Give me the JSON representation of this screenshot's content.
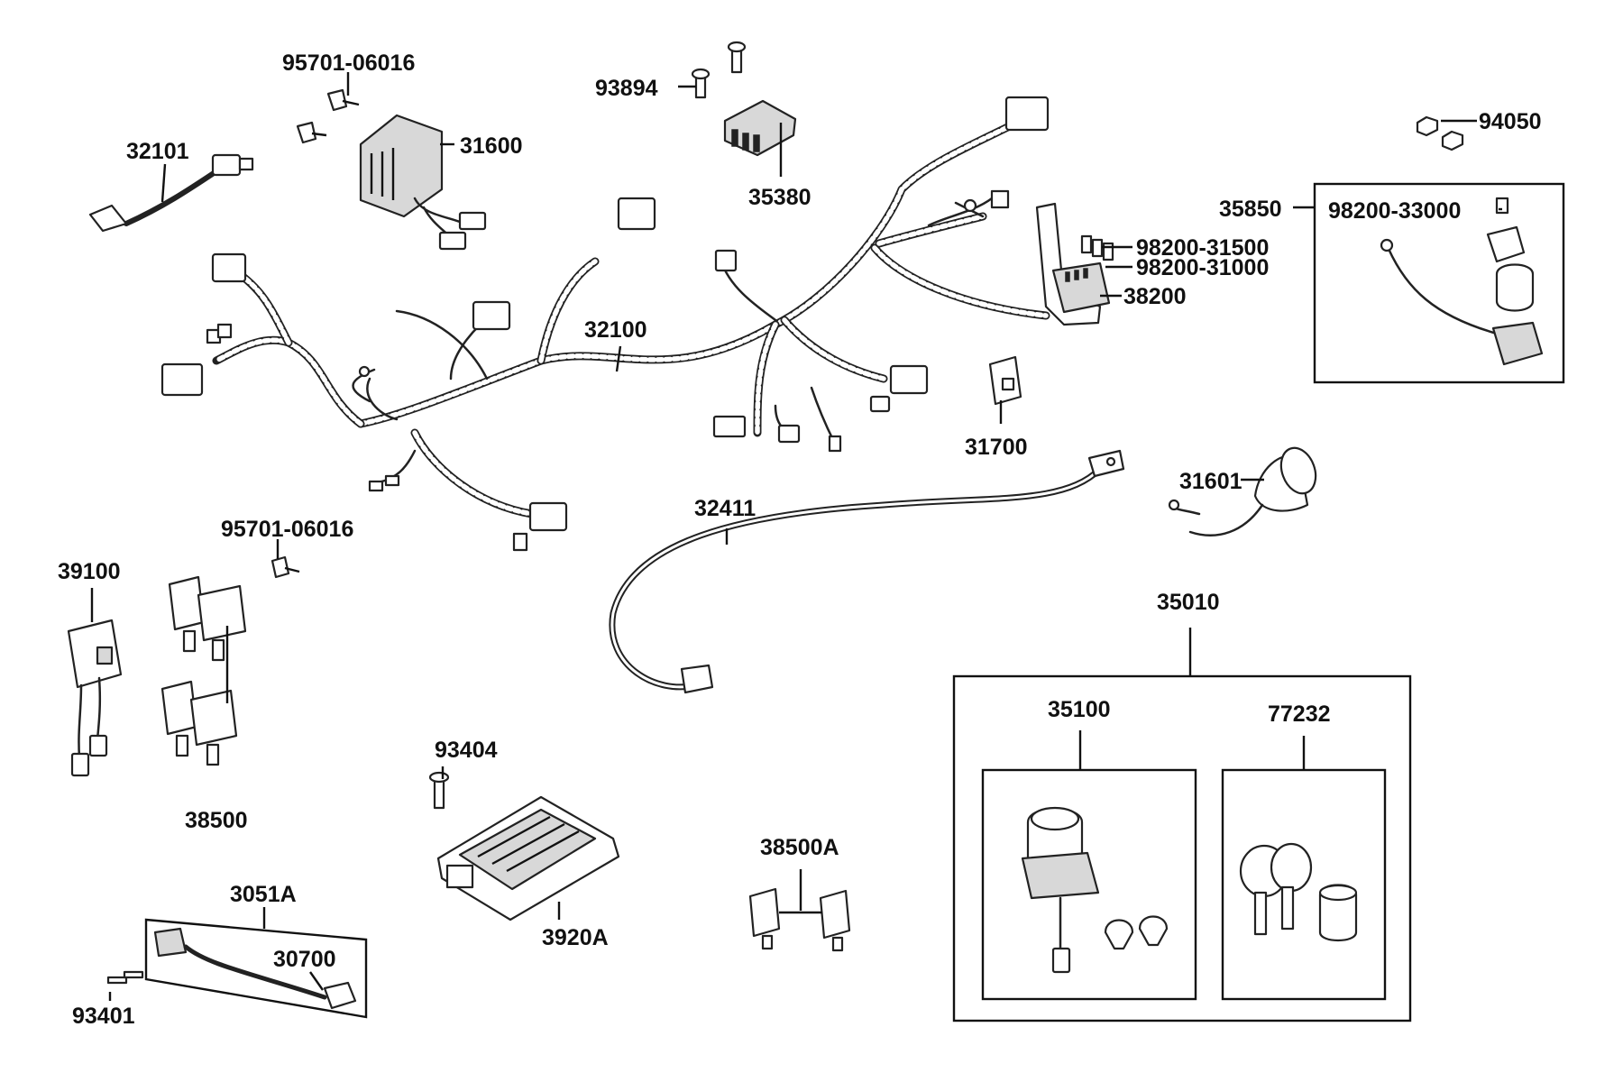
{
  "labels": {
    "p95701_06016_top": "95701-06016",
    "p93894": "93894",
    "p32101": "32101",
    "p31600": "31600",
    "p35380": "35380",
    "p94050": "94050",
    "p35850": "35850",
    "p98200_33000": "98200-33000",
    "p98200_31500": "98200-31500",
    "p98200_31000": "98200-31000",
    "p38200": "38200",
    "p32100": "32100",
    "p31700": "31700",
    "p31601": "31601",
    "p32411": "32411",
    "p95701_06016_mid": "95701-06016",
    "p39100": "39100",
    "p35010": "35010",
    "p35100": "35100",
    "p77232": "77232",
    "p38500": "38500",
    "p93404": "93404",
    "p38500A": "38500A",
    "p3920A": "3920A",
    "p3051A": "3051A",
    "p30700": "30700",
    "p93401": "93401"
  },
  "icons": [
    "wire-harness",
    "regulator",
    "sensor",
    "bolt",
    "nut",
    "relay",
    "fuse-box",
    "ignition-switch",
    "key",
    "ecu",
    "battery-cable",
    "starter-relay"
  ],
  "colors": {
    "ink": "#111111",
    "paper": "#ffffff"
  }
}
